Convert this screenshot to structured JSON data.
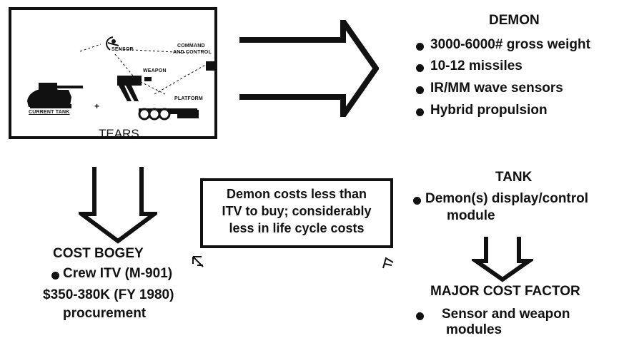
{
  "tears_box": {
    "title": "TEARS",
    "labels": {
      "sensor": "SENSOR",
      "command": "COMMAND",
      "and_control": "AND CONTROL",
      "weapon": "WEAPON",
      "platform": "PLATFORM",
      "current_tank": "CURRENT TANK",
      "plus": "+"
    }
  },
  "demon": {
    "heading": "DEMON",
    "bullets": [
      "3000-6000# gross weight",
      "10-12 missiles",
      "IR/MM wave sensors",
      "Hybrid propulsion"
    ]
  },
  "tank": {
    "heading": "TANK",
    "bullet_line1": "Demon(s) display/control",
    "bullet_line2": "module"
  },
  "comparison_box": {
    "line1": "Demon costs less than",
    "line2": "ITV to buy; considerably",
    "line3": "less in life cycle costs"
  },
  "cost_bogey": {
    "heading": "COST BOGEY",
    "bullet": "Crew ITV (M-901)",
    "line2": "$350-380K (FY 1980)",
    "line3": "procurement"
  },
  "major_cost_factor": {
    "heading": "MAJOR COST FACTOR",
    "bullet_line1": "Sensor and weapon",
    "bullet_line2": "modules"
  },
  "colors": {
    "ink": "#111111",
    "paper": "#ffffff"
  },
  "icons": [
    "sensor-icon",
    "command-control-icon",
    "weapon-icon",
    "platform-truck-icon",
    "tank-icon",
    "right-arrow-icon",
    "down-arrow-icon"
  ]
}
